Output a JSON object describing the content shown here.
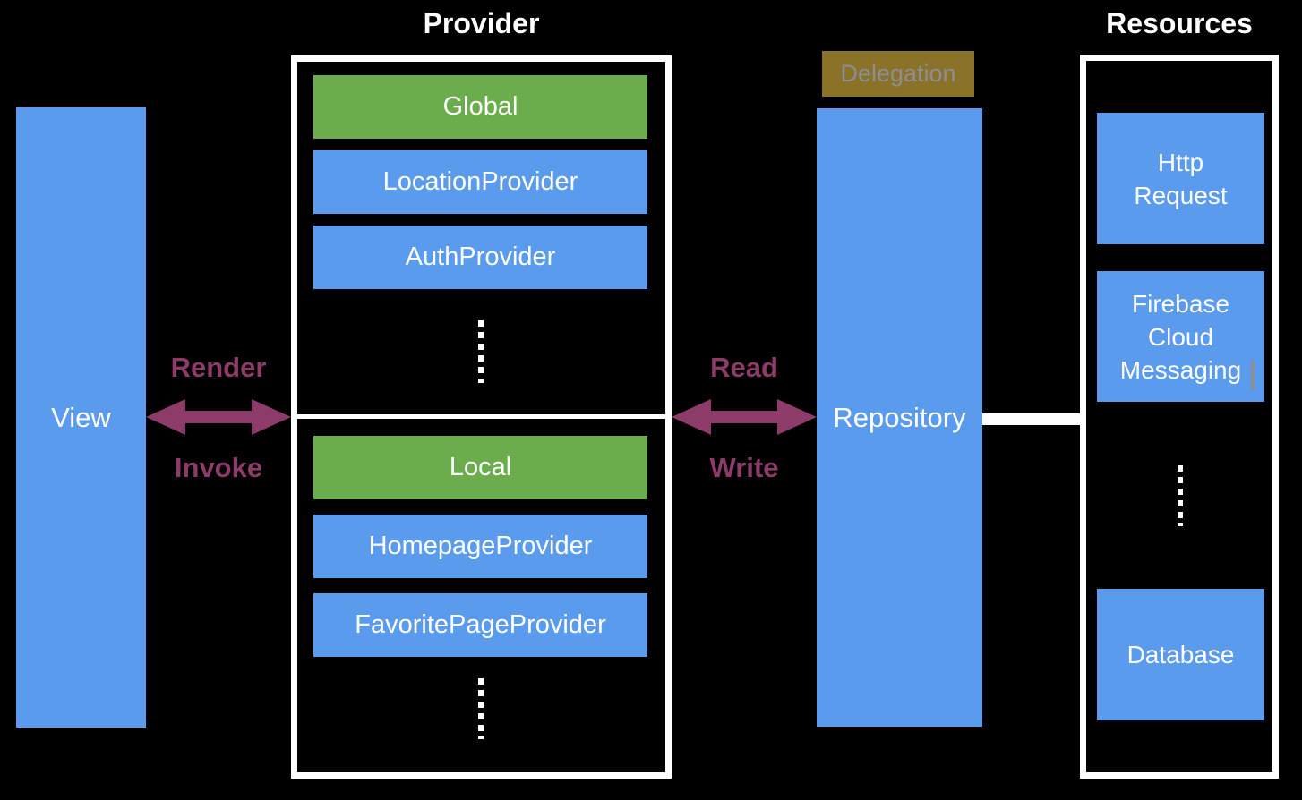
{
  "view": {
    "label": "View"
  },
  "provider": {
    "title": "Provider",
    "global_header": "Global",
    "global_items": [
      "LocationProvider",
      "AuthProvider"
    ],
    "local_header": "Local",
    "local_items": [
      "HomepageProvider",
      "FavoritePageProvider"
    ]
  },
  "repository": {
    "label": "Repository",
    "delegation_tag": "Delegation"
  },
  "resources": {
    "title": "Resources",
    "items": [
      {
        "lines": [
          "Http",
          "Request"
        ]
      },
      {
        "lines": [
          "Firebase",
          "Cloud",
          "Messaging"
        ]
      },
      {
        "lines": [
          "Database"
        ]
      }
    ]
  },
  "arrows": {
    "view_provider": {
      "top_label": "Render",
      "bottom_label": "Invoke"
    },
    "provider_repository": {
      "top_label": "Read",
      "bottom_label": "Write"
    }
  },
  "colors": {
    "background": "#000000",
    "box_blue": "#5b9bee",
    "box_green": "#6bac4d",
    "arrow_magenta": "#8d3b69",
    "delegation_bg": "#8a7229",
    "delegation_text": "#8d8d93",
    "frame_border": "#ffffff"
  }
}
